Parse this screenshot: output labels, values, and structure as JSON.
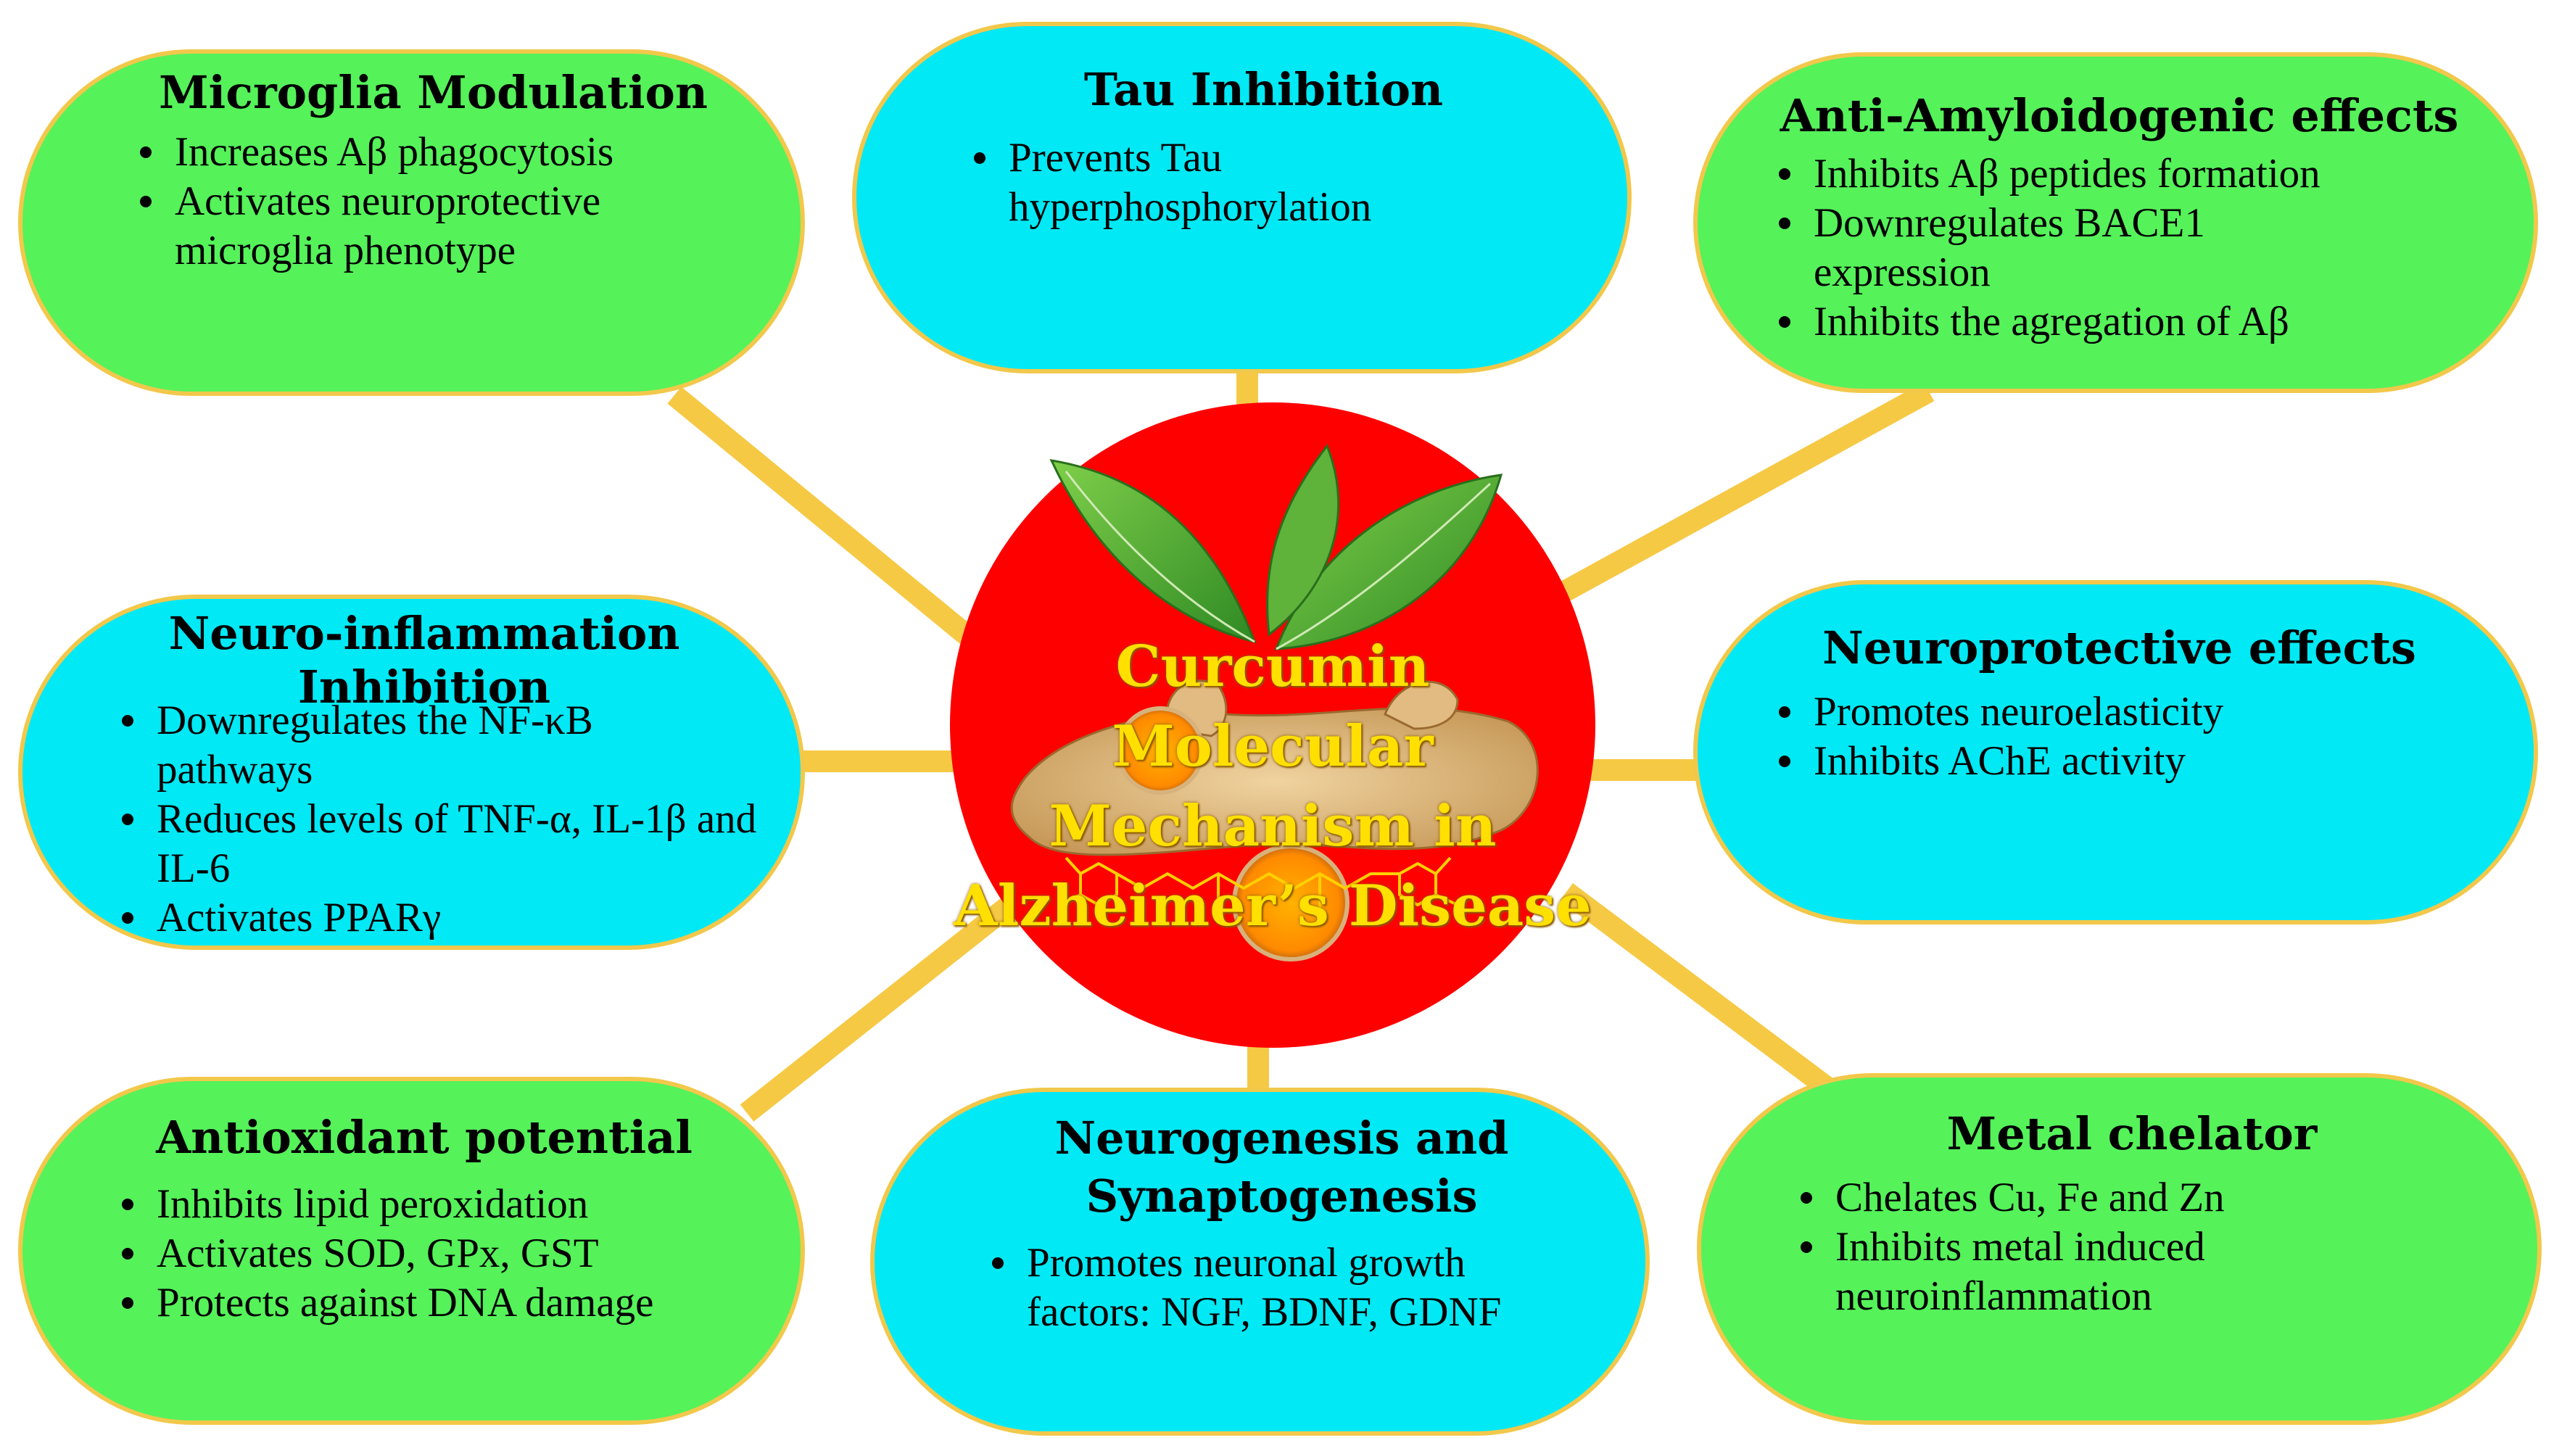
{
  "center": {
    "title_lines": [
      "Curcumin Molecular",
      "Mechanism in",
      "Alzheimer’s Disease"
    ]
  },
  "boxes": [
    {
      "id": "microglia-modulation",
      "title_lines": [
        "Microglia Modulation"
      ],
      "bullets": [
        "Increases Aβ phagocytosis",
        "Activates neuroprotective microglia phenotype"
      ]
    },
    {
      "id": "tau-inhibition",
      "title_lines": [
        "Tau Inhibition"
      ],
      "bullets": [
        "Prevents Tau hyperphosphorylation"
      ]
    },
    {
      "id": "anti-amyloidogenic-effects",
      "title_lines": [
        "Anti-Amyloidogenic effects"
      ],
      "bullets": [
        "Inhibits Aβ peptides formation",
        "Downregulates BACE1 expression",
        "Inhibits the agregation of Aβ"
      ]
    },
    {
      "id": "neuro-inflammation-inhibition",
      "title_lines": [
        "Neuro-inflammation",
        "Inhibition"
      ],
      "bullets": [
        "Downregulates the NF-κB pathways",
        "Reduces levels of TNF-α, IL-1β and IL-6",
        "Activates PPARγ"
      ]
    },
    {
      "id": "neuroprotective-effects",
      "title_lines": [
        "Neuroprotective effects"
      ],
      "bullets": [
        "Promotes neuroelasticity",
        "Inhibits AChE activity"
      ]
    },
    {
      "id": "antioxidant-potential",
      "title_lines": [
        "Antioxidant potential"
      ],
      "bullets": [
        "Inhibits lipid peroxidation",
        "Activates SOD, GPx, GST",
        "Protects against DNA damage"
      ]
    },
    {
      "id": "neurogenesis-and-synaptogenesis",
      "title_lines": [
        "Neurogenesis and",
        "Synaptogenesis"
      ],
      "bullets": [
        "Promotes neuronal growth factors: NGF, BDNF, GDNF"
      ]
    },
    {
      "id": "metal-chelator",
      "title_lines": [
        "Metal chelator"
      ],
      "bullets": [
        "Chelates Cu, Fe and Zn",
        "Inhibits metal induced neuroinflammation"
      ]
    }
  ],
  "colors": {
    "green_box": "#55f25a",
    "cyan_box": "#00e9f5",
    "box_border": "#f2c84b",
    "connector": "#f6c945",
    "hub_red": "#ff0000",
    "hub_text": "#ffe000"
  }
}
